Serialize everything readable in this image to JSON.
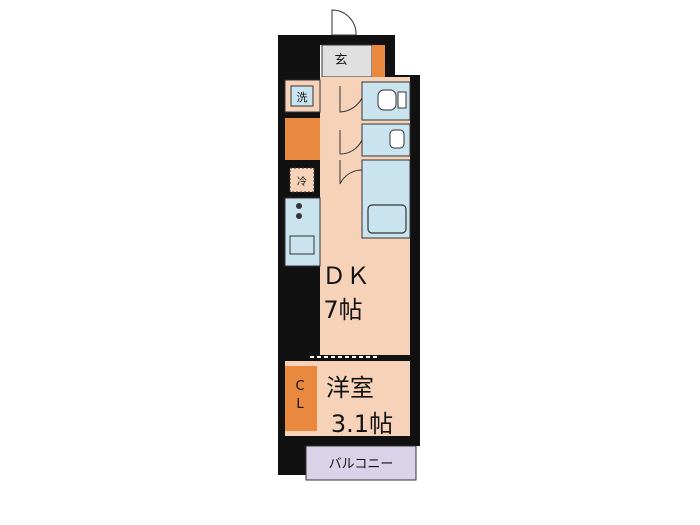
{
  "rooms": {
    "entrance": "玄",
    "washer": "洗",
    "fridge": "冷",
    "dk_name": "ＤＫ",
    "dk_size": "7帖",
    "western_name": "洋室",
    "western_size": "3.1帖",
    "closet_c": "C",
    "closet_l": "L",
    "balcony": "バルコニー"
  },
  "colors": {
    "wall": "#111111",
    "floor": "#f6d3b8",
    "storage": "#e8893f",
    "wet_area": "#c9e4ef",
    "entrance": "#e0e0e0",
    "balcony": "#d9d3ea"
  }
}
